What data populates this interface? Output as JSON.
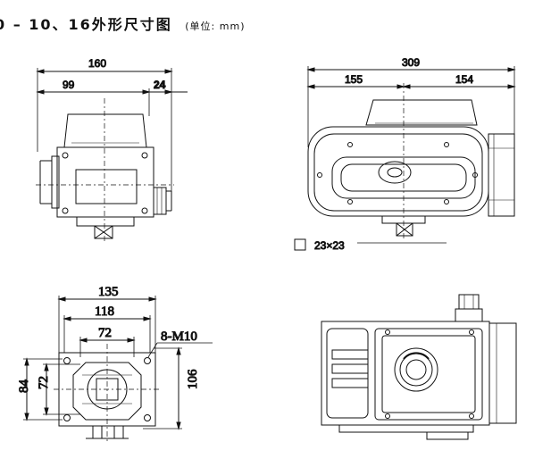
{
  "header": {
    "title": "0 – 10、16外形尺寸图",
    "unit": "(单位: mm)"
  },
  "views": {
    "top_left": {
      "overall_width": "160",
      "offset_width": "99",
      "side_protrusion": "24"
    },
    "top_right": {
      "overall_length": "309",
      "left_length": "155",
      "right_length": "154",
      "square_drive": "23×23"
    },
    "bottom_left": {
      "flange_outer": "135",
      "flange_inner": "118",
      "hole_spacing_x": "72",
      "bolts": "8-M10",
      "height_outer": "84",
      "hole_spacing_y": "72",
      "height_right": "106"
    },
    "bottom_right": {}
  },
  "colors": {
    "line": "#111111",
    "paper": "#ffffff"
  }
}
